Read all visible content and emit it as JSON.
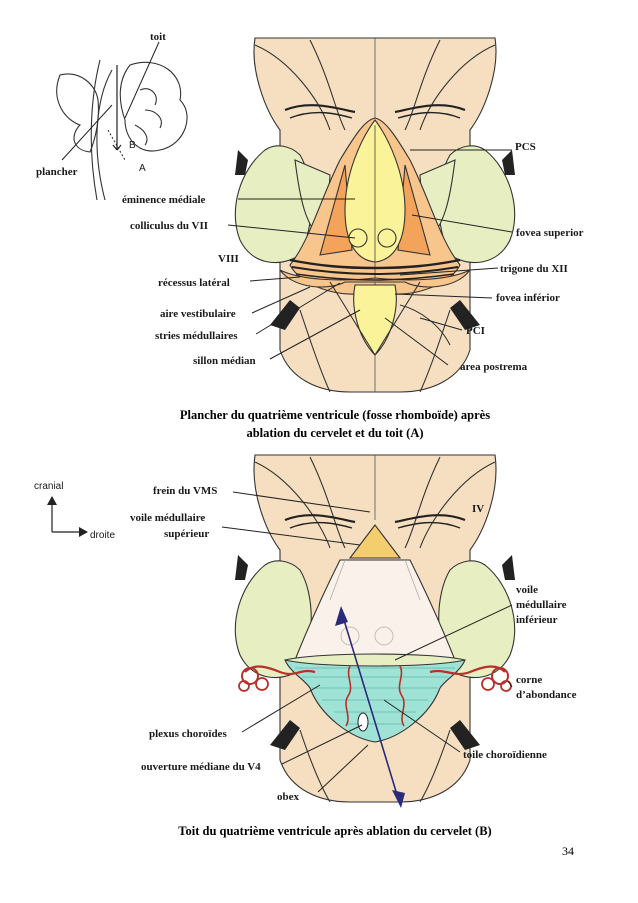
{
  "inset": {
    "label_roof": "toit",
    "label_floor": "plancher",
    "letter_a": "A",
    "letter_b": "B"
  },
  "figure_a": {
    "labels": {
      "pcs": "PCS",
      "eminence": "éminence médiale",
      "colliculus": "colliculus du VII",
      "fovea_sup": "fovea superior",
      "viii": "VIII",
      "trigone": "trigone du XII",
      "recessus": "récessus latéral",
      "fovea_inf": "fovea inférior",
      "aire": "aire vestibulaire",
      "pci": "PCI",
      "stries": "stries médullaires",
      "sillon": "sillon médian",
      "area": "area postrema"
    },
    "caption_line1": "Plancher du quatrième ventricule (fosse rhomboïde) après",
    "caption_line2": "ablation du cervelet et du toit (A)"
  },
  "figure_b": {
    "orientation": {
      "cranial": "cranial",
      "droite": "droite"
    },
    "labels": {
      "frein": "frein du VMS",
      "iv": "IV",
      "voile_sup_1": "voile médullaire",
      "voile_sup_2": "supérieur",
      "voile_inf_1": "voile",
      "voile_inf_2": "médullaire",
      "voile_inf_3": "inférieur",
      "corne_1": "corne",
      "corne_2": "d’abondance",
      "plexus": "plexus choroïdes",
      "toile": "toile choroïdienne",
      "ouverture": "ouverture médiane du V4",
      "obex": "obex"
    },
    "caption": "Toit du quatrième ventricule après ablation du cervelet (B)"
  },
  "page_number": "34",
  "colors": {
    "brainstem": "#f6dfc0",
    "peduncle_green": "#e7efc2",
    "yellow": "#fbf39a",
    "orange": "#f4a35a",
    "light_orange": "#f8c58d",
    "choroid_red": "#b8302a",
    "tela_cyan": "#9fe3d6",
    "arrow_navy": "#2b2a7a"
  }
}
